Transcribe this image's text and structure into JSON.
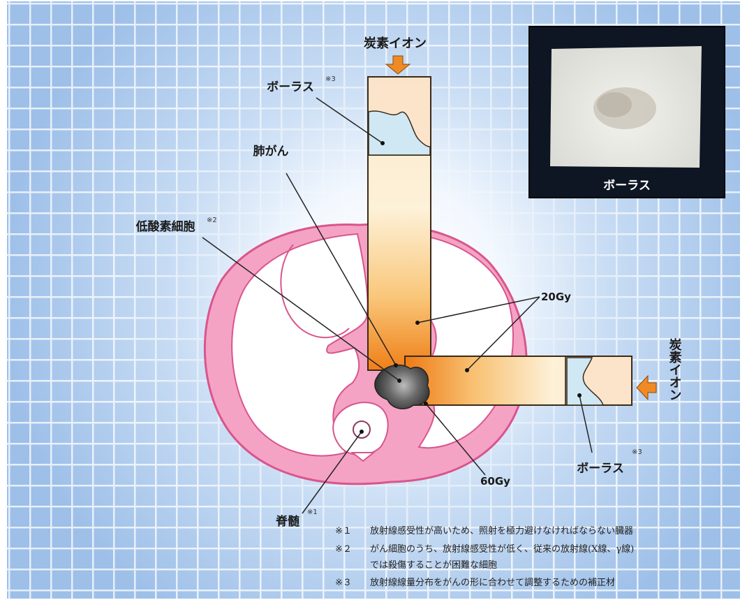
{
  "labels": {
    "carbon_ion_top": "炭素イオン",
    "carbon_ion_right": "炭素イオン",
    "porous_top": "ボーラス",
    "porous_top_mark": "※3",
    "porous_right": "ボーラス",
    "porous_right_mark": "※3",
    "lung_cancer": "肺がん",
    "hypoxic_cells": "低酸素細胞",
    "hypoxic_cells_mark": "※2",
    "dose_20": "20Gy",
    "dose_60": "60Gy",
    "spinal_cord": "脊髄",
    "spinal_cord_mark": "※1"
  },
  "photo": {
    "caption": "ボーラス"
  },
  "notes": [
    {
      "mark": "※１",
      "text": "放射線感受性が高いため、照射を極力避けなければならない臓器"
    },
    {
      "mark": "※２",
      "text": "がん細胞のうち、放射線感受性が低く、従来の放射線(X線、γ線)"
    },
    {
      "mark": "",
      "text": "では殺傷することが困難な細胞"
    },
    {
      "mark": "※３",
      "text": "放射線線量分布をがんの形に合わせて調整するための補正材"
    }
  ],
  "colors": {
    "body_outline": "#e26ba0",
    "body_fill": "#f6a9c8",
    "arrow": "#f08a24",
    "beam_light": "#fbe7c7",
    "beam_hot": "#ec7d18",
    "bolus": "#cfe8f4",
    "grid_line": "#ffffff",
    "background": "#a9c9ec"
  }
}
